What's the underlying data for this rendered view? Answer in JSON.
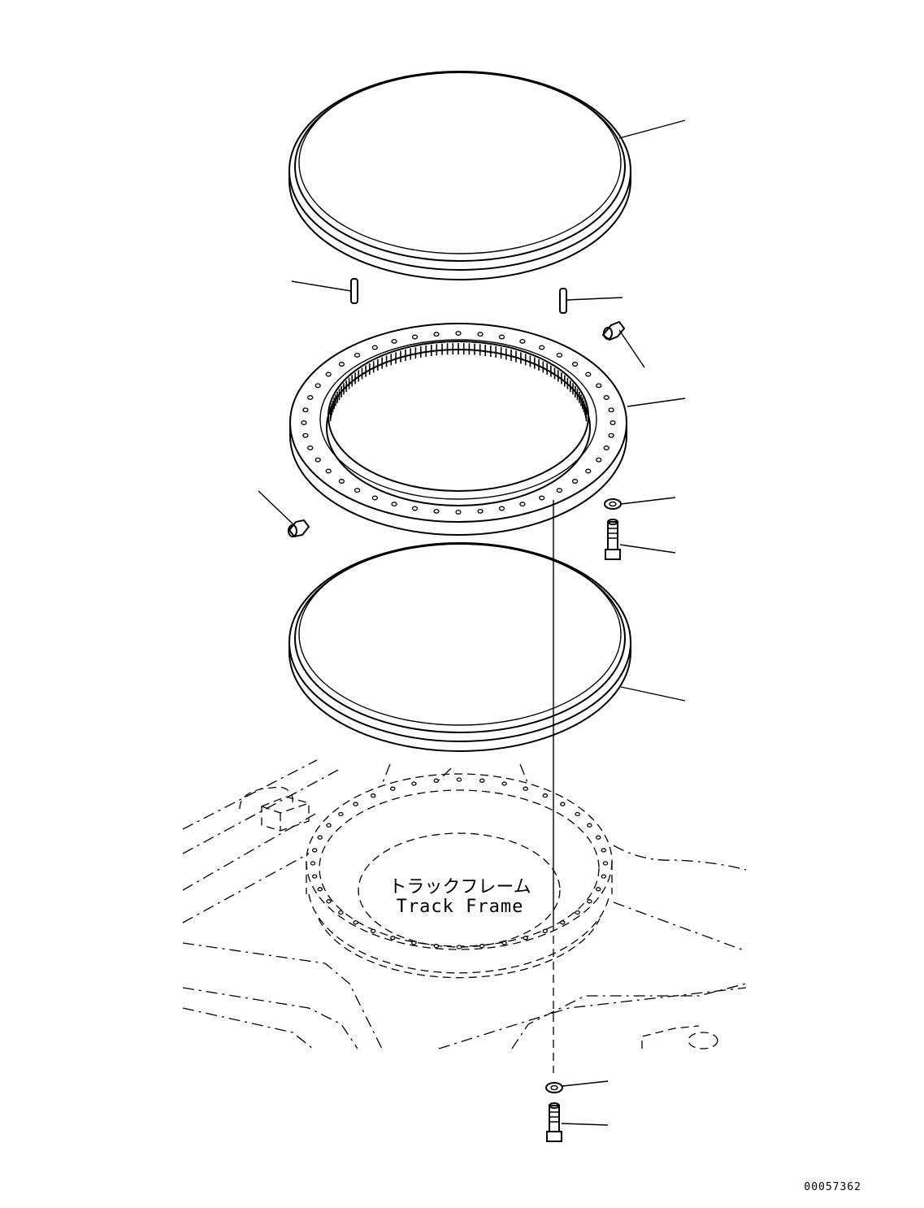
{
  "labels": {
    "track_frame_jp": "トラックフレーム",
    "track_frame_en": "Track Frame"
  },
  "drawing_number": "00057362",
  "colors": {
    "line": "#000000",
    "background": "#ffffff"
  }
}
